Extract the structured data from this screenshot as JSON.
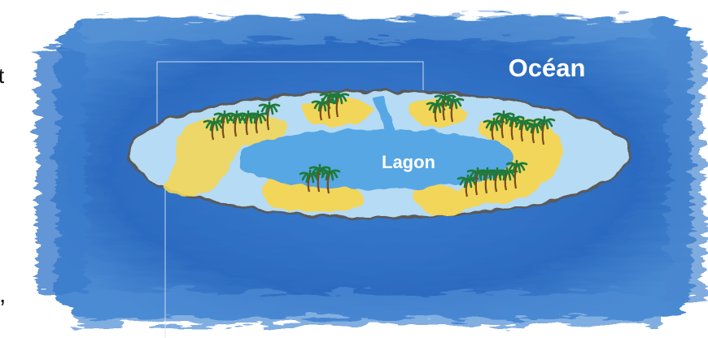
{
  "labels": {
    "ocean": "Océan",
    "lagoon": "Lagon"
  },
  "edge_text": {
    "top_left_fragment": "t",
    "bottom_left_fragment": ","
  },
  "colors": {
    "ocean": "#2f6fc2",
    "ocean_dark": "#1f58a8",
    "lagoon": "#55a6e3",
    "shallow_water": "#b9ddf5",
    "sand": "#f2d85a",
    "palm_leaf": "#1f7a3a",
    "palm_trunk": "#7a4a1e",
    "reef_outline": "#555555",
    "label_text": "#ffffff"
  },
  "icons": [
    "palm-tree-icon"
  ]
}
